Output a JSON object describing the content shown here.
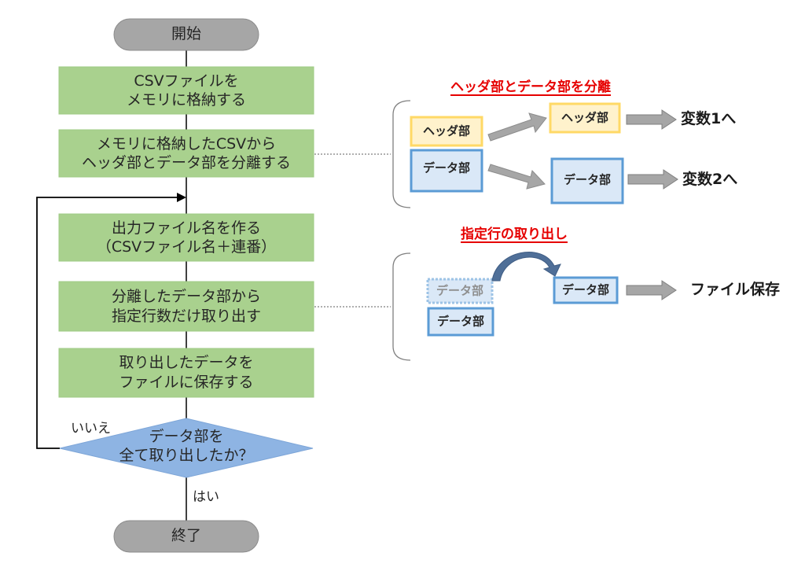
{
  "flowchart": {
    "start": "開始",
    "steps": [
      [
        "CSVファイルを",
        "メモリに格納する"
      ],
      [
        "メモリに格納したCSVから",
        "ヘッダ部とデータ部を分離する"
      ],
      [
        "出力ファイル名を作る",
        "（CSVファイル名＋連番）"
      ],
      [
        "分離したデータ部から",
        "指定行数だけ取り出す"
      ],
      [
        "取り出したデータを",
        "ファイルに保存する"
      ]
    ],
    "decision": [
      "データ部を",
      "全て取り出したか？"
    ],
    "no_label": "いいえ",
    "yes_label": "はい",
    "end": "終了"
  },
  "separation": {
    "title": "ヘッダ部とデータ部を分離",
    "header_box": "ヘッダ部",
    "data_box": "データ部",
    "result_header": "ヘッダ部",
    "result_data": "データ部",
    "var1": "変数1へ",
    "var2": "変数2へ"
  },
  "extraction": {
    "title": "指定行の取り出し",
    "taken_box": "データ部",
    "remaining_box": "データ部",
    "result_box": "データ部",
    "save_label": "ファイル保存"
  },
  "colors": {
    "process_fill": "#a9d18e",
    "process_border": "#9fcb85",
    "terminal_fill": "#a6a6a6",
    "decision_fill": "#8eb4e3",
    "header_fill": "#fff2cc",
    "header_border": "#ffd966",
    "data_fill": "#dae8f7",
    "data_border": "#5b9bd5",
    "arrow_fill": "#a6a6a6",
    "heading_red": "#e60000"
  }
}
